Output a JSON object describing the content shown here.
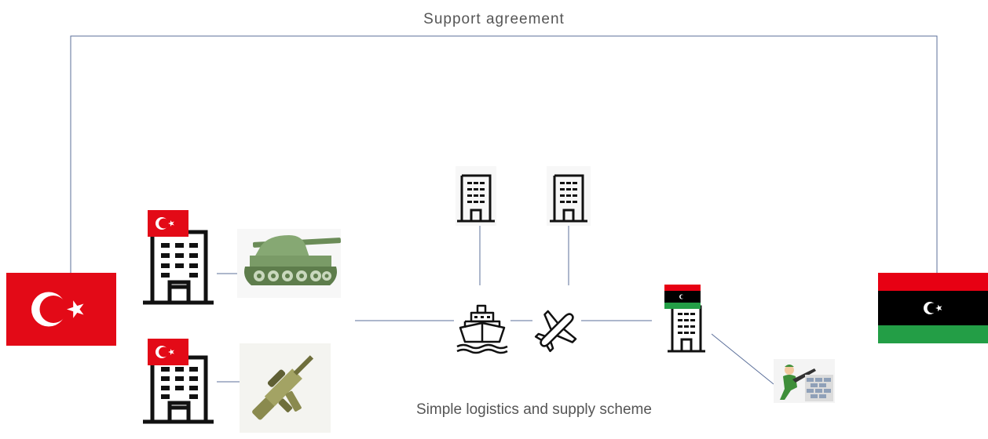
{
  "labels": {
    "top": "Support agreement",
    "bottom": "Simple logistics and supply scheme"
  },
  "nodes": [
    {
      "id": "turkey-flag",
      "icon": "turkey-flag-icon"
    },
    {
      "id": "libya-flag",
      "icon": "libya-flag-icon"
    },
    {
      "id": "turkish-factory-tank",
      "icon": "building-with-turkey-flag-icon"
    },
    {
      "id": "tank",
      "icon": "tank-icon"
    },
    {
      "id": "turkish-factory-rifle",
      "icon": "building-with-turkey-flag-icon"
    },
    {
      "id": "rifle",
      "icon": "rifle-icon"
    },
    {
      "id": "company-sea",
      "icon": "building-icon"
    },
    {
      "id": "company-air",
      "icon": "building-icon"
    },
    {
      "id": "ship",
      "icon": "ship-icon"
    },
    {
      "id": "airplane",
      "icon": "airplane-icon"
    },
    {
      "id": "libyan-building",
      "icon": "building-with-libya-flag-icon"
    },
    {
      "id": "soldier",
      "icon": "soldier-behind-wall-icon"
    }
  ],
  "colors": {
    "turkey_red": "#e30a17",
    "libya_red": "#e70013",
    "libya_black": "#000000",
    "libya_green": "#239e46",
    "connector": "#5b6f9a",
    "tank_green": "#7fa06a",
    "rifle_khaki": "#9a9a5c"
  }
}
